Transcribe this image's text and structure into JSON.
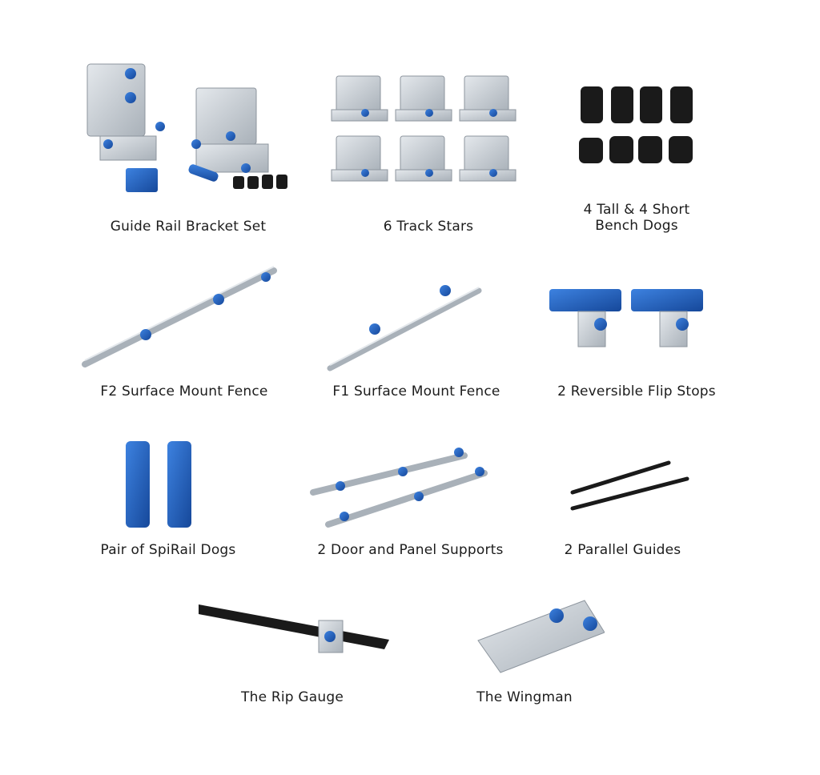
{
  "colors": {
    "accent_blue": "#1a5fc0",
    "aluminum": "#c6ccd2",
    "aluminum_dark": "#8d959e",
    "rubber_black": "#1a1a1a",
    "caption_text": "#1c1c1c"
  },
  "products": [
    {
      "label": "Guide Rail Bracket Set",
      "icon": "guide-rail-bracket-set-image"
    },
    {
      "label": "6 Track Stars",
      "icon": "track-stars-image"
    },
    {
      "label_line1": "4 Tall & 4 Short",
      "label_line2": "Bench Dogs",
      "icon": "bench-dogs-image"
    },
    {
      "label": "F2 Surface Mount Fence",
      "icon": "f2-fence-image"
    },
    {
      "label": "F1 Surface Mount Fence",
      "icon": "f1-fence-image"
    },
    {
      "label": "2 Reversible Flip Stops",
      "icon": "flip-stops-image"
    },
    {
      "label": "Pair of SpiRail Dogs",
      "icon": "spirail-dogs-image"
    },
    {
      "label": "2 Door and Panel Supports",
      "icon": "door-panel-supports-image"
    },
    {
      "label": "2 Parallel Guides",
      "icon": "parallel-guides-image"
    },
    {
      "label": "The Rip Gauge",
      "icon": "rip-gauge-image"
    },
    {
      "label": "The Wingman",
      "icon": "wingman-image"
    }
  ]
}
